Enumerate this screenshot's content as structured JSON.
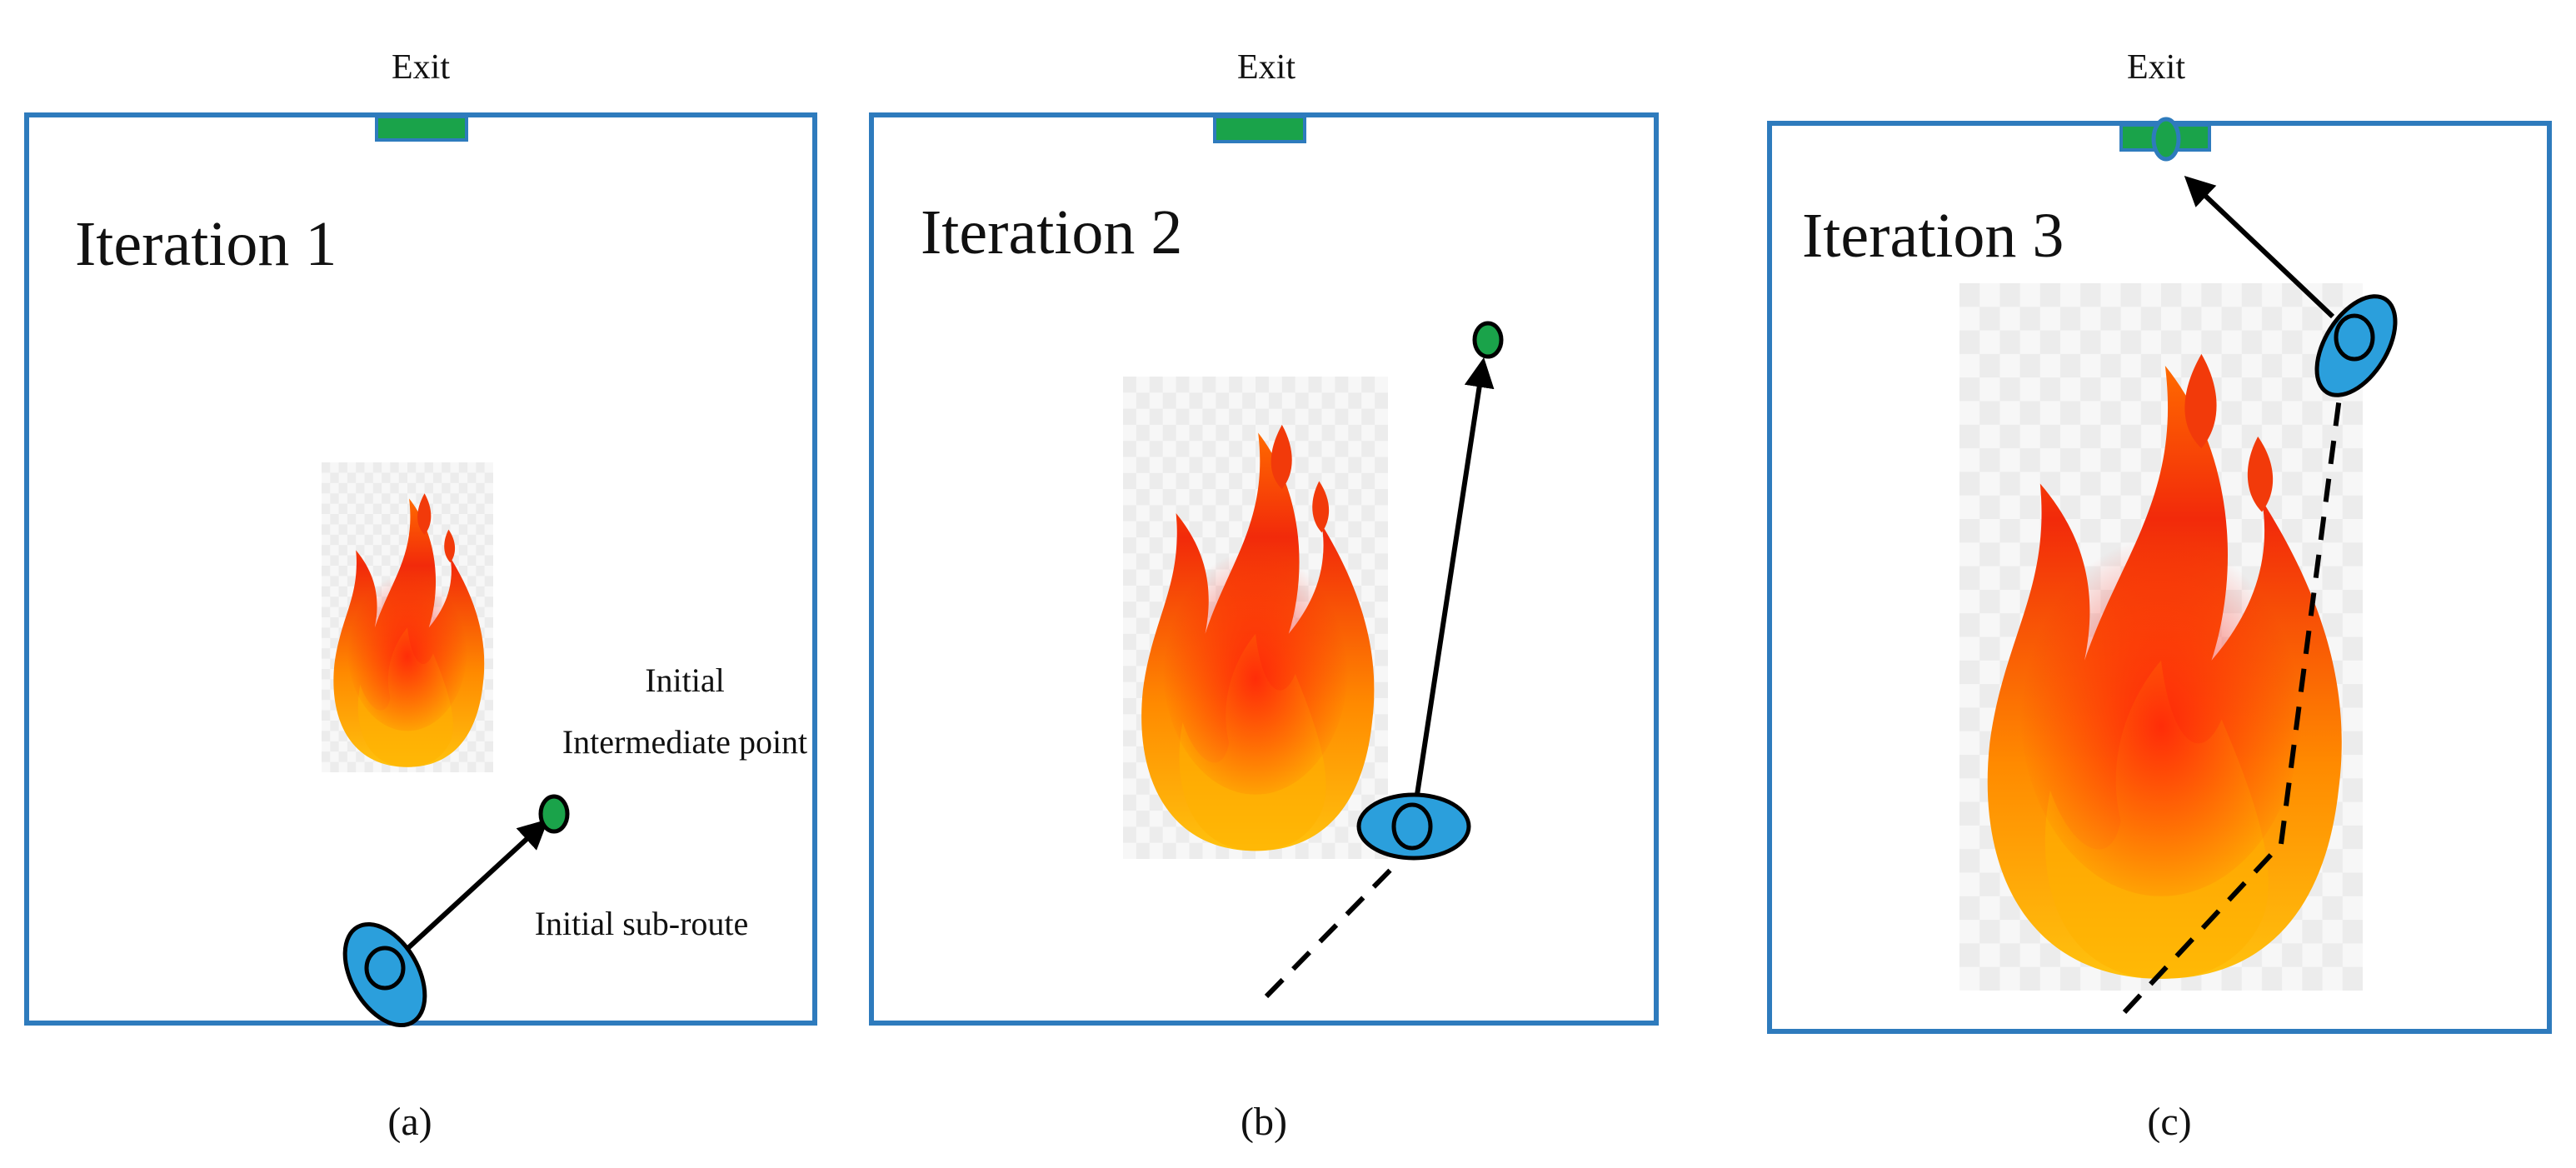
{
  "panels": [
    {
      "exit_label": "Exit",
      "iteration_label": "Iteration 1",
      "caption": "(a)",
      "annotations": {
        "intermediate_line1": "Initial",
        "intermediate_line2": "Intermediate point",
        "subroute": "Initial sub-route"
      }
    },
    {
      "exit_label": "Exit",
      "iteration_label": "Iteration 2",
      "caption": "(b)"
    },
    {
      "exit_label": "Exit",
      "iteration_label": "Iteration 3",
      "caption": "(c)"
    }
  ],
  "colors": {
    "room_border": "#2e7bbd",
    "exit_fill": "#1aa34a",
    "agent_fill": "#2b9fdc",
    "point_fill": "#1aa34a"
  },
  "icons": {
    "fire": "fire-icon",
    "agent": "person-icon",
    "point": "intermediate-point-icon"
  }
}
